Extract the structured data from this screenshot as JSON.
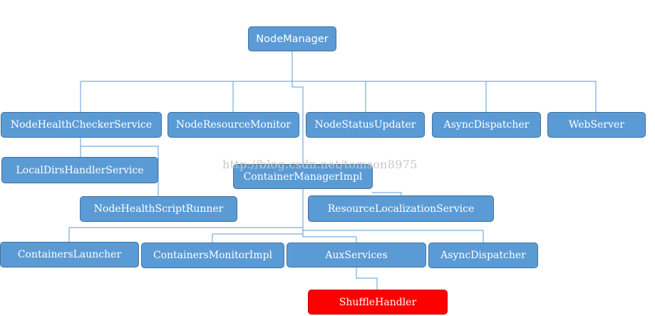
{
  "colors": {
    "node_fill": "#5b9bd5",
    "node_border": "#41719c",
    "highlight_fill": "#ff0000",
    "highlight_border": "#c00000",
    "edge": "#5b9bd5"
  },
  "nodes": {
    "node_manager": "NodeManager",
    "node_health_checker_service": "NodeHealthCheckerService",
    "node_resource_monitor": "NodeResourceMonitor",
    "node_status_updater": "NodeStatusUpdater",
    "async_dispatcher_top": "AsyncDispatcher",
    "web_server": "WebServer",
    "local_dirs_handler_service": "LocalDirsHandlerService",
    "container_manager_impl": "ContainerManagerImpl",
    "node_health_script_runner": "NodeHealthScriptRunner",
    "resource_localization_service": "ResourceLocalizationService",
    "containers_launcher": "ContainersLauncher",
    "containers_monitor_impl": "ContainersMonitorImpl",
    "aux_services": "AuxServices",
    "async_dispatcher_bottom": "AsyncDispatcher",
    "shuffle_handler": "ShuffleHandler"
  },
  "watermark": "http://blog.csdn.net/tomson8975"
}
